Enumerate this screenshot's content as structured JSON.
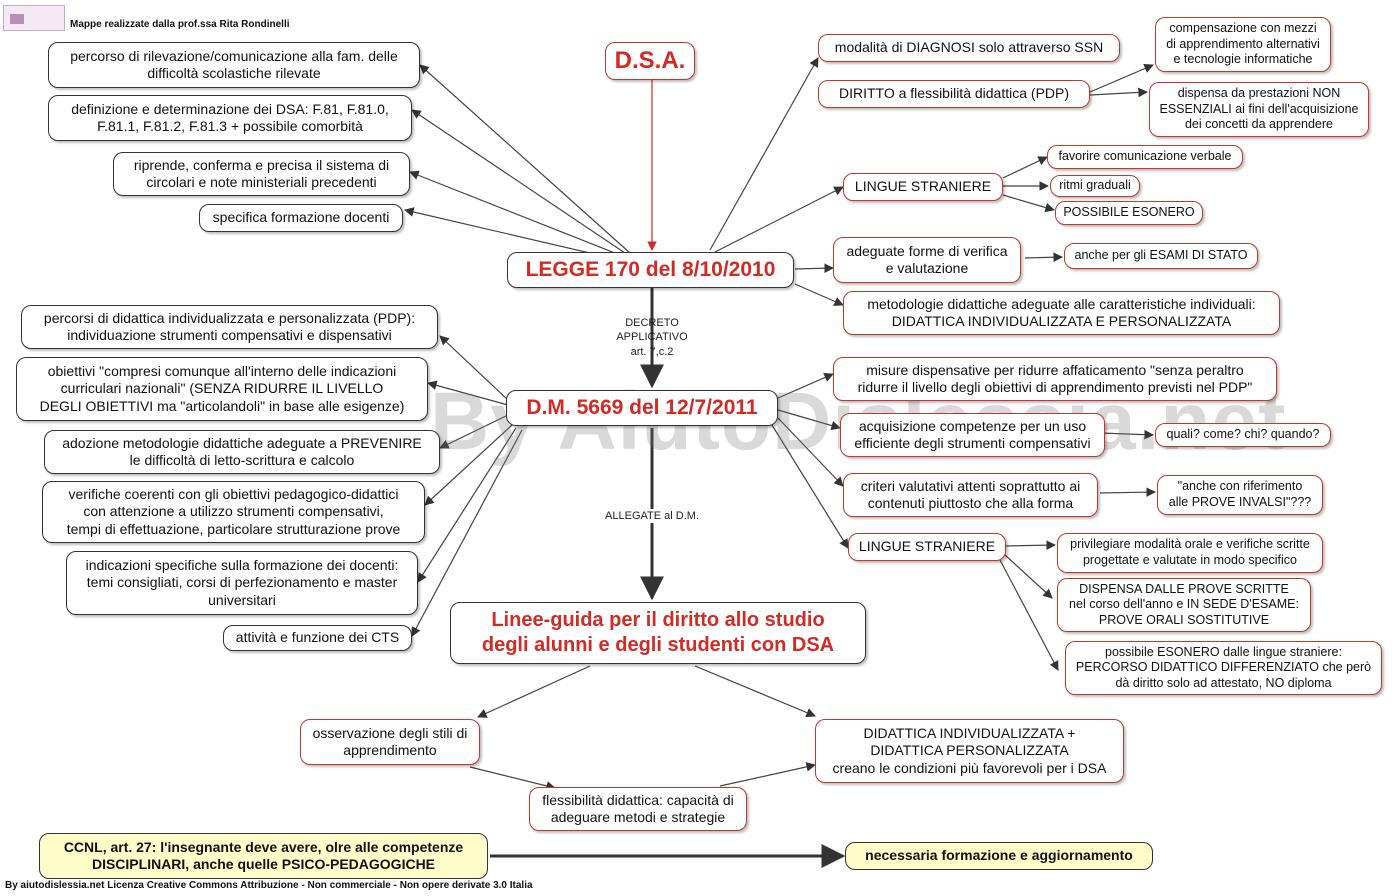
{
  "header": "Mappe realizzate dalla prof.ssa Rita Rondinelli",
  "footer": "By aiutodislessia.net Licenza Creative Commons Attribuzione - Non commerciale - Non opere derivate 3.0 Italia",
  "watermark": "By AiutoDislessia.net",
  "nodes": {
    "dsa": "D.S.A.",
    "legge": "LEGGE 170 del 8/10/2010",
    "dm": "D.M. 5669 del 12/7/2011",
    "linee": "Linee-guida per il diritto allo studio\ndegli alunni e degli studenti con DSA",
    "l_percorso": "percorso di rilevazione/comunicazione alla fam. delle\ndifficoltà scolastiche rilevate",
    "l_definizione": "definizione e determinazione dei DSA: F.81, F.81.0,\nF.81.1, F.81.2, F.81.3 + possibile comorbità",
    "l_riprende": "riprende, conferma e precisa il sistema di\ncircolari e note ministeriali precedenti",
    "l_specifica": "specifica formazione docenti",
    "r_diagnosi": "modalità di DIAGNOSI solo attraverso SSN",
    "r_diritto": "DIRITTO a  flessibilità didattica (PDP)",
    "r_compensazione": "compensazione con mezzi\ndi apprendimento alternativi\ne tecnologie informatiche",
    "r_dispensa": "dispensa da prestazioni NON\nESSENZIALI ai fini dell'acquisizione\ndei concetti da apprendere",
    "r_lingue1": "LINGUE STRANIERE",
    "r_favorire": "favorire comunicazione verbale",
    "r_ritmi": "ritmi graduali",
    "r_esonero": "POSSIBILE ESONERO",
    "r_verifica": "adeguate forme di verifica\ne valutazione",
    "r_esami": "anche per gli ESAMI DI STATO",
    "r_metodologie": "metodologie didattiche adeguate alle caratteristiche individuali:\nDIDATTICA INDIVIDUALIZZATA E PERSONALIZZATA",
    "d_percorsi": "percorsi di didattica individualizzata e personalizzata (PDP):\nindividuazione strumenti compensativi e dispensativi",
    "d_obiettivi": "obiettivi \"compresi comunque all'interno delle indicazioni\ncurriculari nazionali\" (SENZA RIDURRE IL LIVELLO\nDEGLI OBIETTIVI ma \"articolandoli\" in base alle esigenze)",
    "d_adozione": "adozione metodologie didattiche adeguate a PREVENIRE\nle difficoltà di letto-scrittura e calcolo",
    "d_verifiche": "verifiche coerenti con gli obiettivi pedagogico-didattici\ncon attenzione a utilizzo strumenti compensativi,\ntempi di effettuazione, particolare strutturazione prove",
    "d_indicazioni": "indicazioni specifiche sulla formazione dei docenti:\ntemi consigliati, corsi di perfezionamento e master\nuniversitari",
    "d_cts": "attività e funzione dei CTS",
    "d_misure": "misure dispensative per ridurre affaticamento \"senza peraltro\nridurre il livello degli obiettivi di apprendimento previsti nel PDP\"",
    "d_acquisizione": "acquisizione competenze per un uso\nefficiente degli strumenti compensativi",
    "d_quali": "quali? come? chi? quando?",
    "d_criteri": "criteri valutativi attenti soprattutto ai\ncontenuti piuttosto che alla forma",
    "d_invalsi": "\"anche con riferimento\nalle PROVE INVALSI\"???",
    "d_lingue2": "LINGUE STRANIERE",
    "d_privilegiare": "privilegiare modalità orale e verifiche scritte\nprogettate e valutate in modo specifico",
    "d_dispensa_prove": "DISPENSA DALLE PROVE SCRITTE\nnel corso dell'anno e IN SEDE D'ESAME:\nPROVE  ORALI SOSTITUTIVE",
    "d_esonero": "possibile ESONERO dalle lingue straniere:\nPERCORSO DIDATTICO DIFFERENZIATO che però\ndà diritto solo ad attestato, NO diploma",
    "g_osservazione": "osservazione degli stili di\napprendimento",
    "g_didattica": "DIDATTICA INDIVIDUALIZZATA +\nDIDATTICA PERSONALIZZATA\ncreano le condizioni più favorevoli per i DSA",
    "g_flessibilita": "flessibilità didattica: capacità di\nadeguare metodi e strategie",
    "ccnl": "CCNL, art. 27: l'insegnante deve avere, olre alle competenze\nDISCIPLINARI, anche quelle   PSICO-PEDAGOGICHE",
    "formazione": "necessaria formazione e aggiornamento"
  },
  "labels": {
    "decreto": "DECRETO\nAPPLICATIVO\nart. 7,c.2",
    "allegate": "ALLEGATE al D.M."
  },
  "colors": {
    "title_red": "#d22a24",
    "border_red": "#c0392b",
    "highlight_yellow": "#fefcc8"
  }
}
